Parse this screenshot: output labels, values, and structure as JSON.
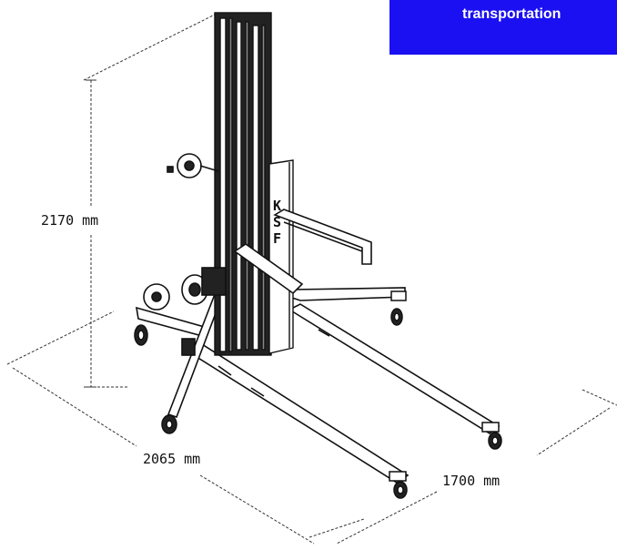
{
  "banner": {
    "text": "transportation",
    "background_color": "#1a10f2",
    "text_color": "#ffffff"
  },
  "dimensions": {
    "height_label": "2170 mm",
    "length_label": "2065 mm",
    "width_label": "1700 mm"
  },
  "machine": {
    "mast_lettering": [
      "K",
      "S",
      "F"
    ]
  },
  "colors": {
    "line": "#111111",
    "dimension_line": "#333333"
  }
}
